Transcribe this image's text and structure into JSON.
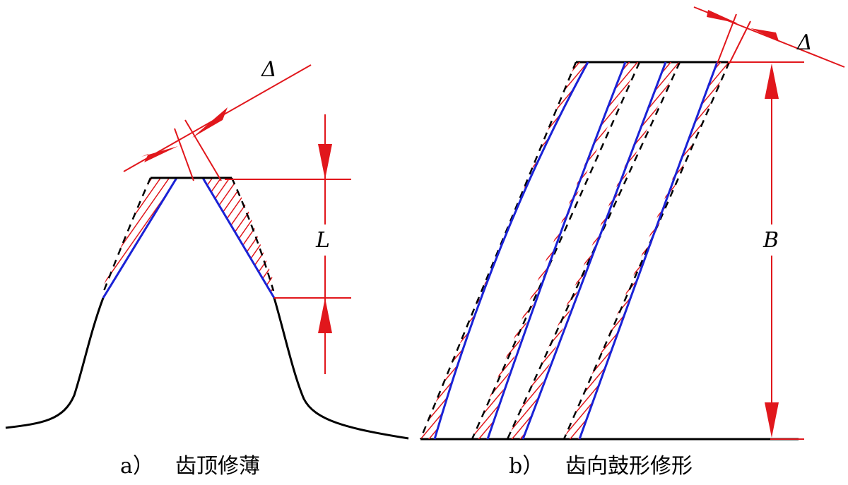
{
  "panel_a": {
    "caption_letter": "a）",
    "caption_title": "齿顶修薄",
    "delta_label": "Δ",
    "length_label": "L"
  },
  "panel_b": {
    "caption_letter": "b）",
    "caption_title": "齿向鼓形修形",
    "delta_label": "Δ",
    "width_label": "B"
  },
  "colors": {
    "dimension": "#e1171c",
    "modified_flank": "#1a22d6",
    "outline": "#000000"
  }
}
